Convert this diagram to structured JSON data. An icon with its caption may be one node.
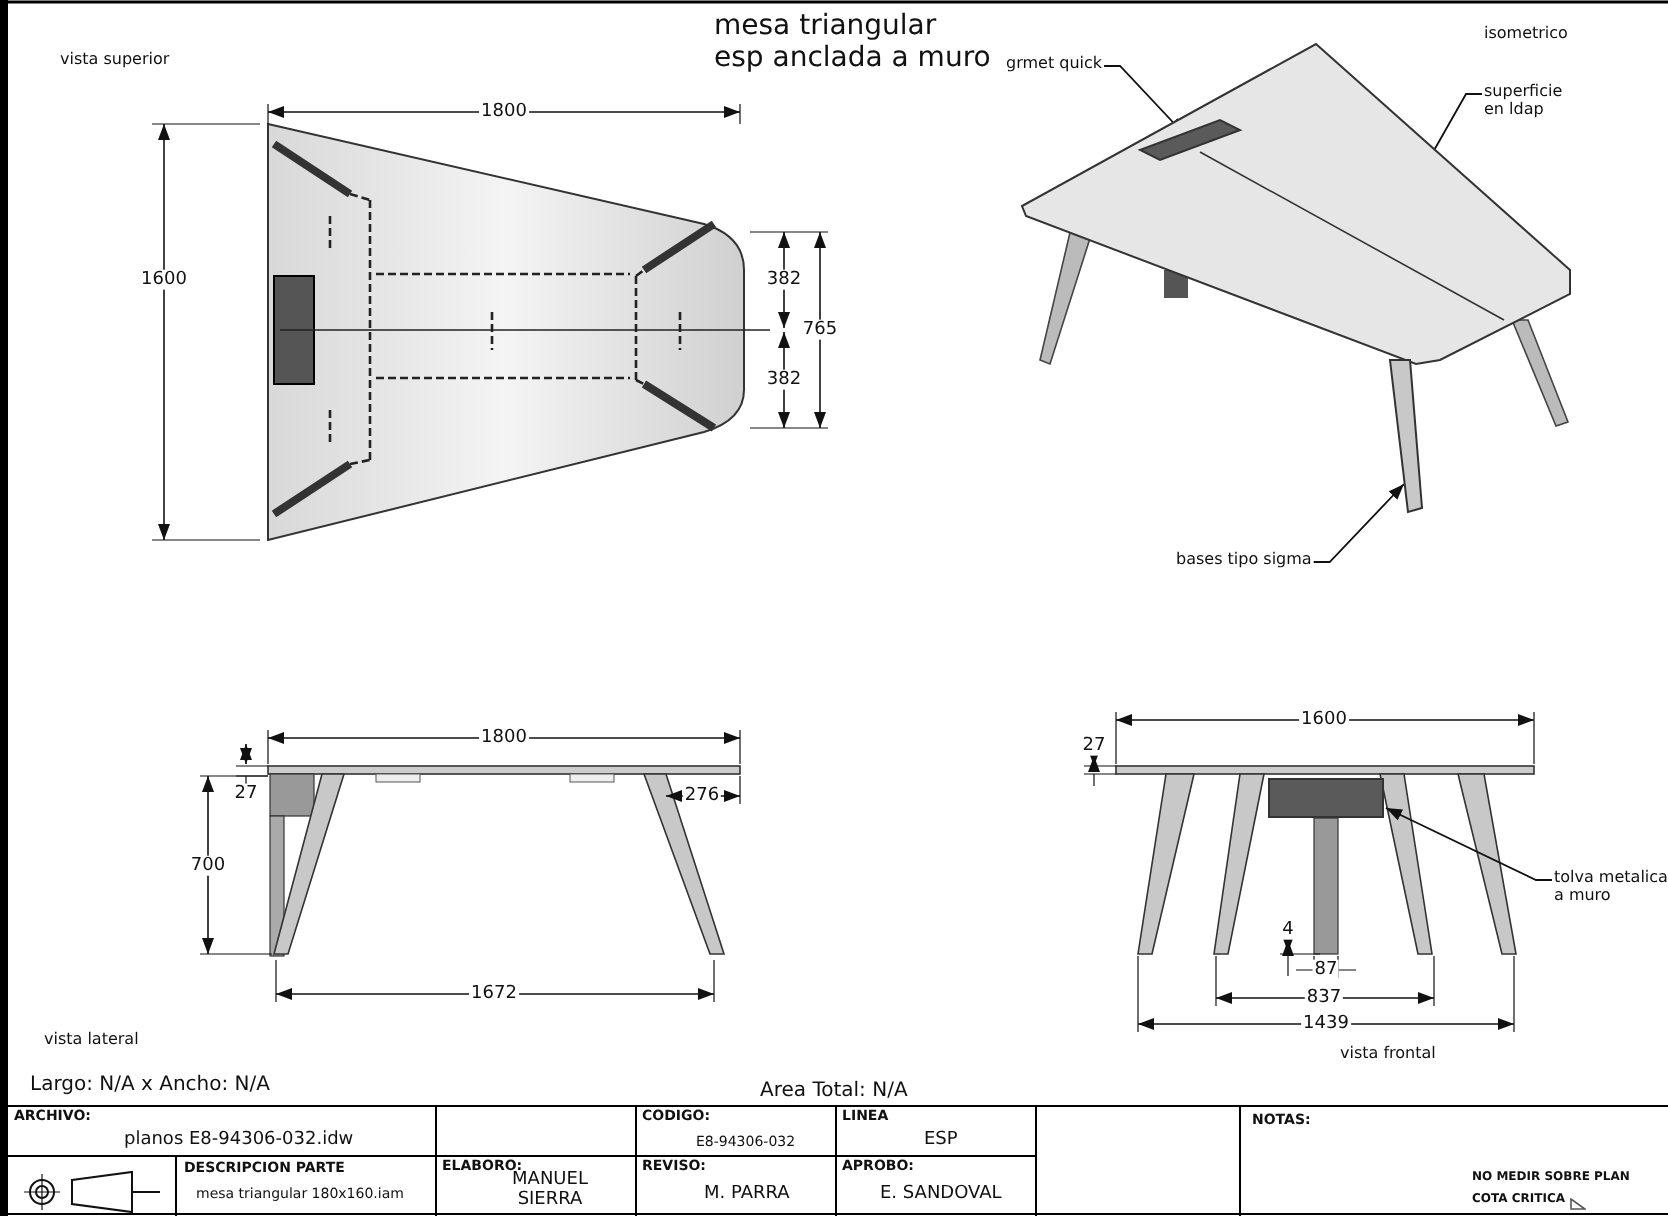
{
  "diagram": {
    "title": "mesa triangular esp anclada a muro",
    "nodes": [
      {
        "text": [],
        "shape": "picture"
      },
      {
        "text": [],
        "shape": "box",
        "in": 0
      },
      {
        "text": [
          "grmet quick"
        ]
      },
      {
        "text": [
          "superficie en ldap"
        ]
      },
      {
        "text": [
          "bases tipo sigma"
        ]
      },
      {
        "text": [],
        "shape": "bar"
      },
      {
        "text": [
          "tolva metalica a muro"
        ]
      },
      {
        "text": [],
        "shape": "box"
      }
    ],
    "edges": [
      {
        "from": 2,
        "to": 1,
        "arrow": "to"
      },
      {
        "from": 3,
        "to": 0,
        "arrow": "to"
      },
      {
        "from": 4,
        "to": 5,
        "arrow": "to"
      },
      {
        "from": 6,
        "to": 7,
        "arrow": "to"
      }
    ],
    "labels": [
      "vista superior",
      "isometrico",
      "1800",
      "1600",
      "382",
      "765",
      "382",
      "1800",
      "1600",
      "27",
      "27",
      "276",
      "700",
      "4",
      "87",
      "837",
      "1672",
      "1439",
      "vista lateral",
      "vista frontal",
      "Largo: N/A x Ancho: N/A",
      "Area Total: N/A",
      "ARCHIVO:",
      "planos E8-94306-032.idw",
      "CODIGO:",
      "E8-94306-032",
      "LINEA",
      "ESP",
      "NOTAS:",
      "DESCRIPCION PARTE",
      "mesa triangular 180x160.iam",
      "ELABORO:",
      "MANUEL SIERRA",
      "REVISO:",
      "M. PARRA",
      "APROBO:",
      "E. SANDOVAL",
      "NO MEDIR SOBRE PLAN",
      "COTA CRITICA"
    ]
  }
}
